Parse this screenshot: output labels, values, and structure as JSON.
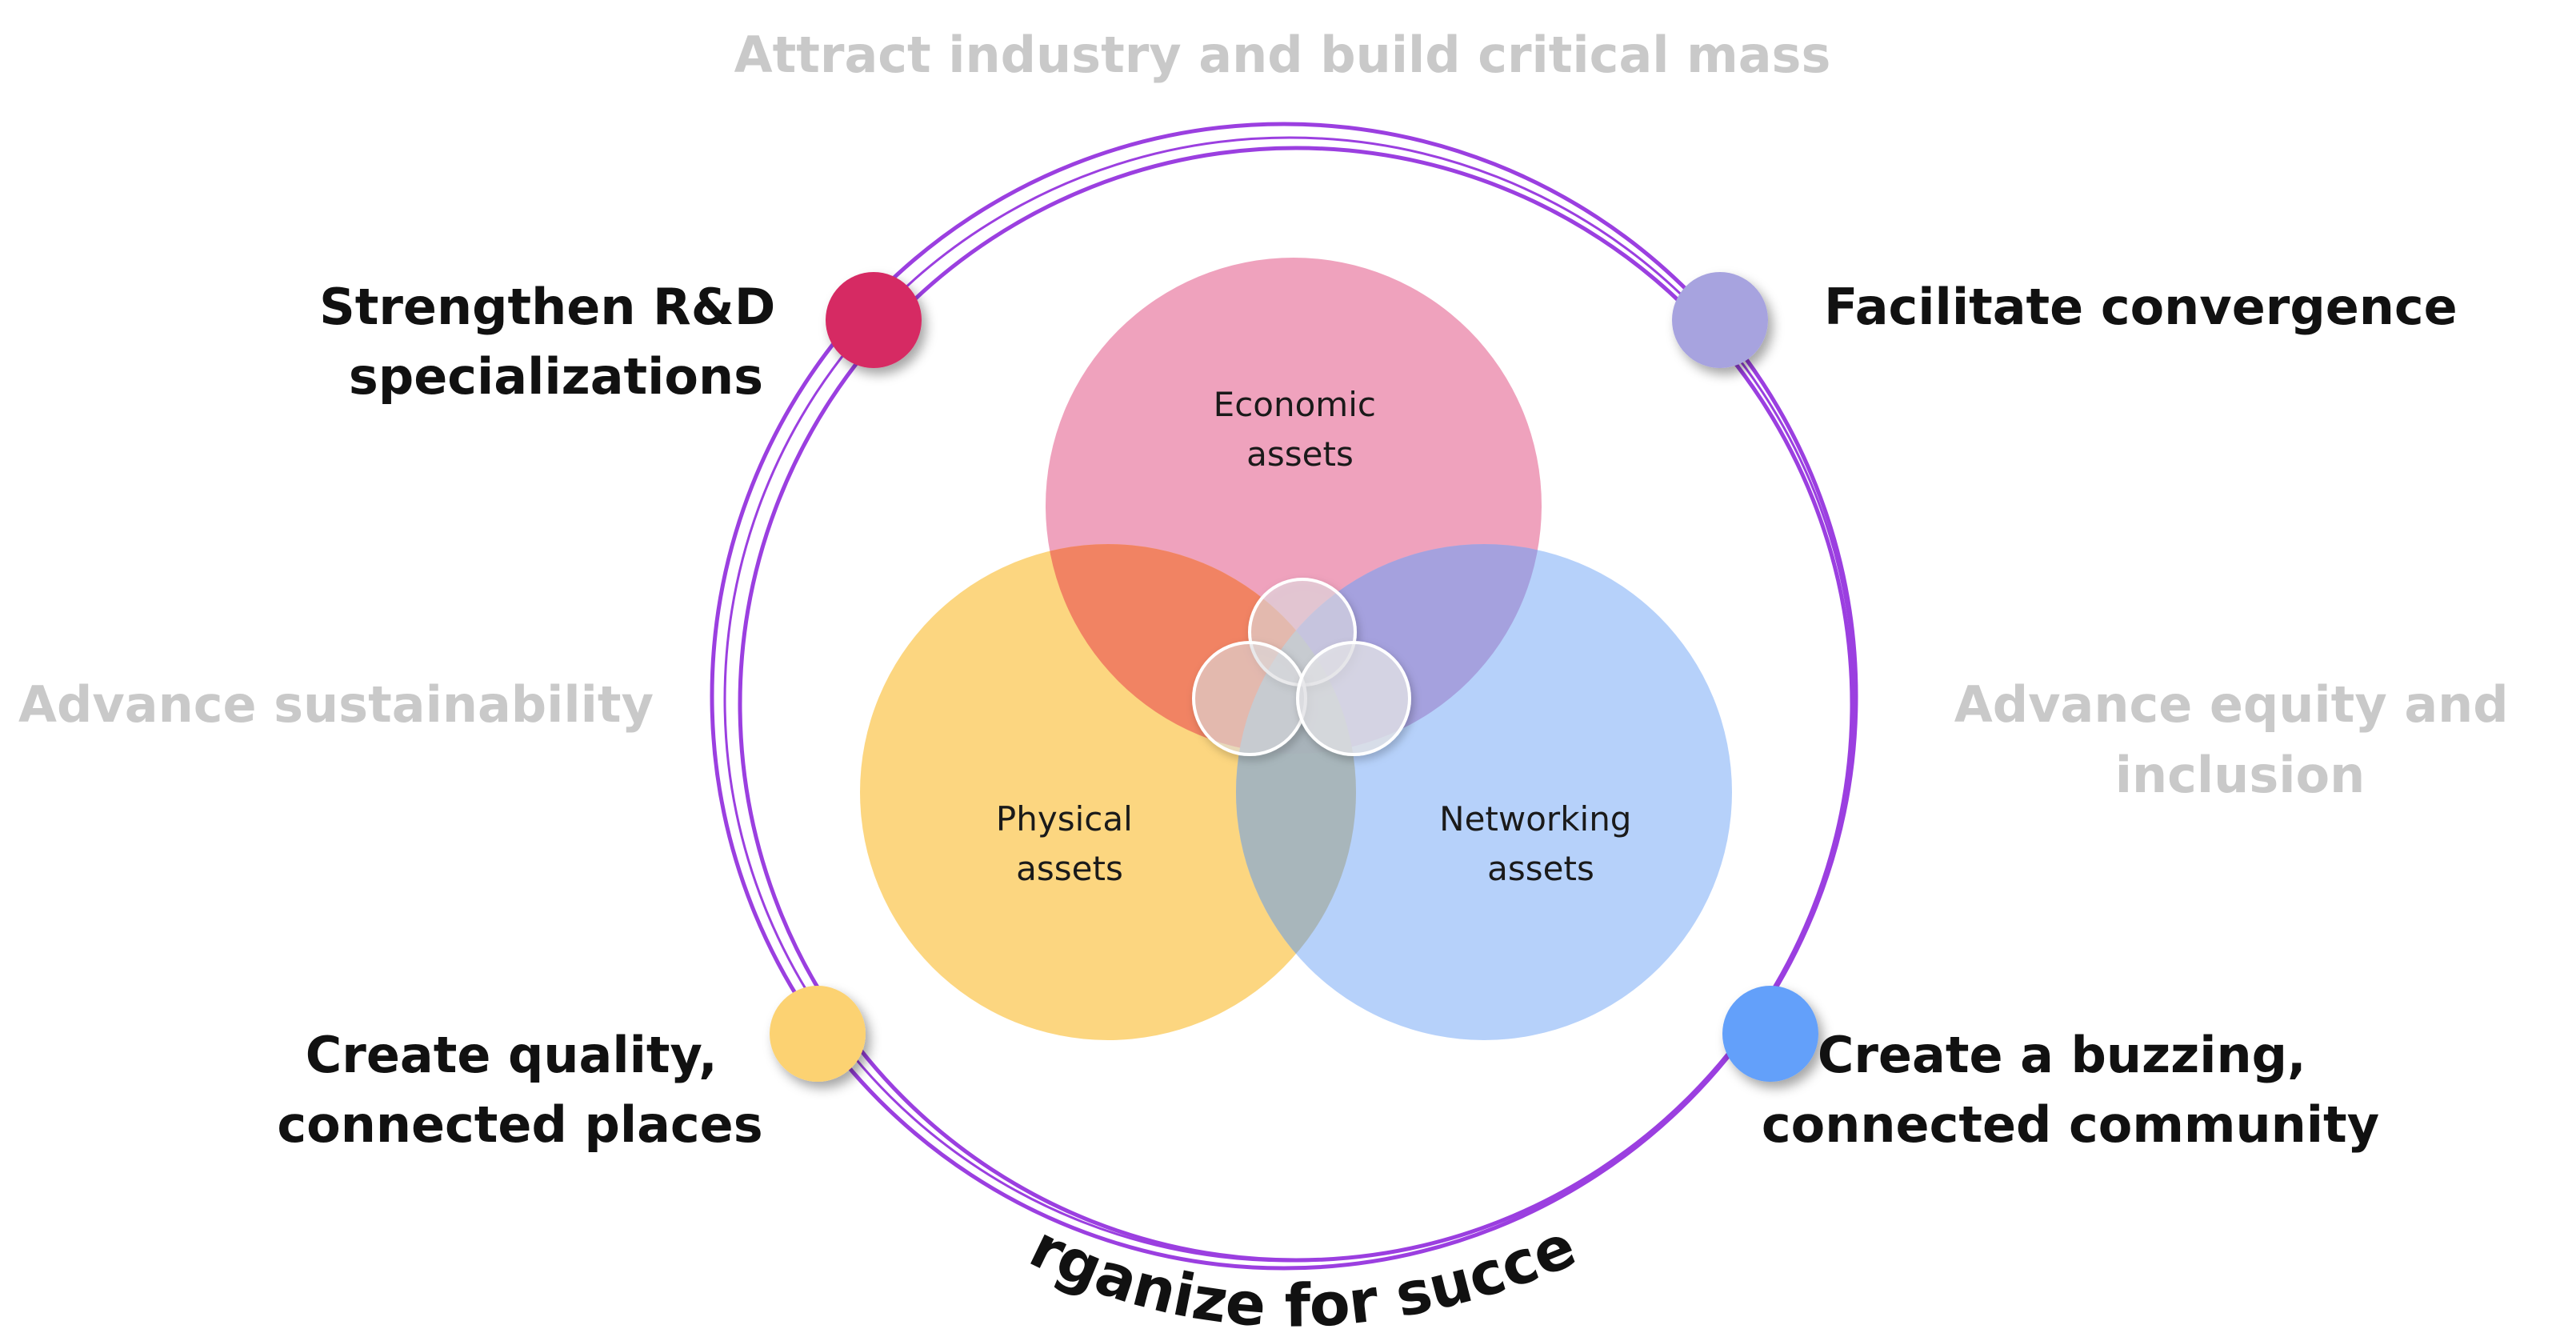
{
  "top_theme": "Attract industry and build critical mass",
  "left_theme": "Advance sustainability",
  "right_theme": {
    "line1": "Advance equity and",
    "line2": "inclusion"
  },
  "strategies": {
    "top_left": {
      "line1": "Strengthen R&D",
      "line2": "specializations",
      "dot_color": "#d62a64"
    },
    "top_right": {
      "line1": "Facilitate convergence",
      "dot_color": "#a7a3df"
    },
    "bottom_left": {
      "line1": "Create quality,",
      "line2": "connected places",
      "dot_color": "#fcd272"
    },
    "bottom_right": {
      "line1": "Create a buzzing,",
      "line2": "connected community",
      "dot_color": "#64a0fa"
    }
  },
  "assets": {
    "economic": {
      "line1": "Economic",
      "line2": "assets",
      "color": "#ee9db9"
    },
    "physical": {
      "line1": "Physical",
      "line2": "assets",
      "color": "#fcd272"
    },
    "networking": {
      "line1": "Networking",
      "line2": "assets",
      "color": "#a9c9f9"
    }
  },
  "ring_color": "#9b3fe0",
  "bottom_curve_label": "Organize for success"
}
